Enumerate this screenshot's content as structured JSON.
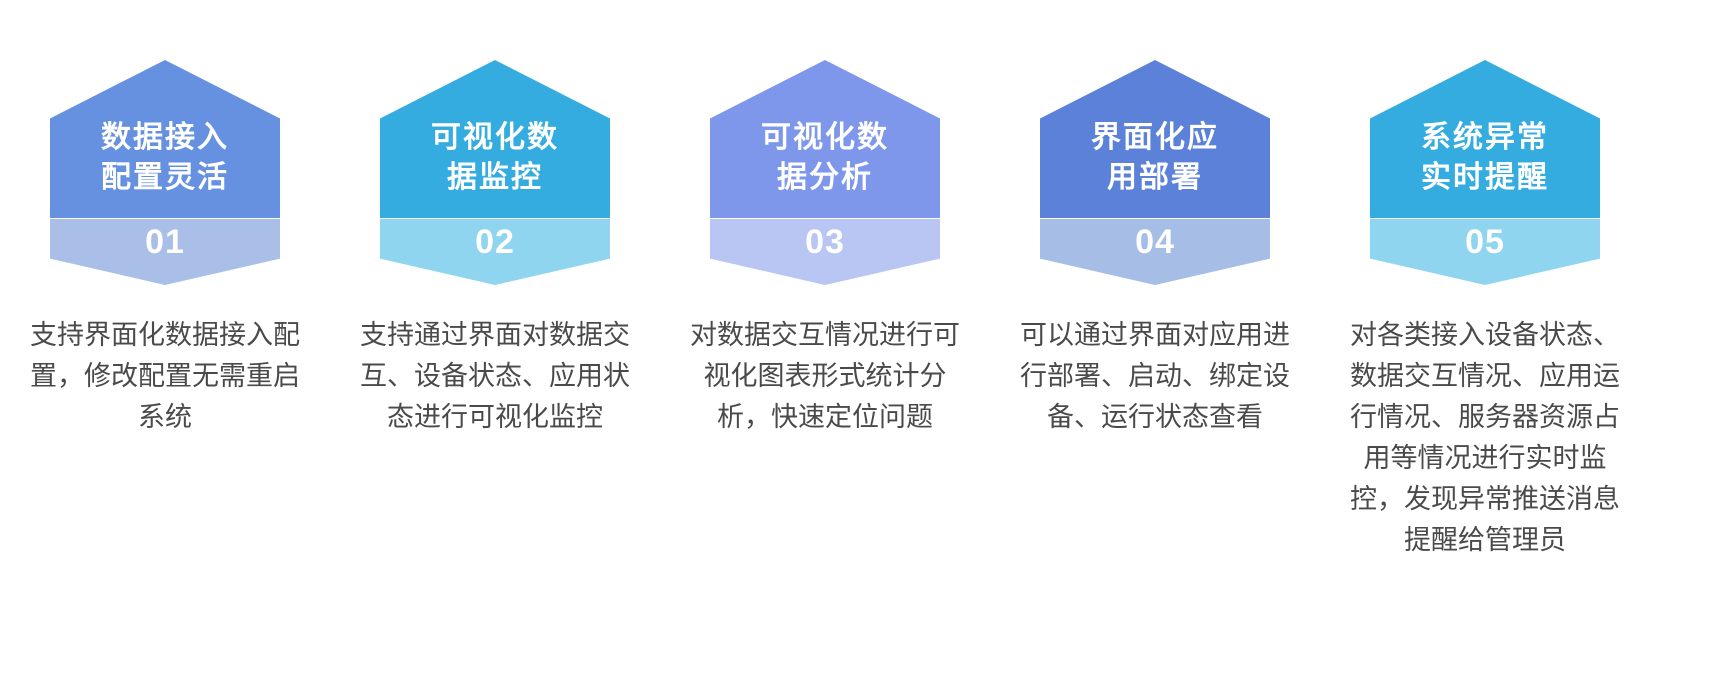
{
  "page": {
    "background": "#ffffff",
    "text_color": "#4a4a4a"
  },
  "cards": [
    {
      "number": "01",
      "title": "数据接入\n配置灵活",
      "description": "支持界面化数据接入配置，修改配置无需重启系统",
      "color_top": "#6690e0",
      "color_bottom": "#a9bfe8"
    },
    {
      "number": "02",
      "title": "可视化数\n据监控",
      "description": "支持通过界面对数据交互、设备状态、应用状态进行可视化监控",
      "color_top": "#34ace0",
      "color_bottom": "#8fd5ef"
    },
    {
      "number": "03",
      "title": "可视化数\n据分析",
      "description": "对数据交互情况进行可视化图表形式统计分析，快速定位问题",
      "color_top": "#7e97ea",
      "color_bottom": "#b9c5f2"
    },
    {
      "number": "04",
      "title": "界面化应\n用部署",
      "description": "可以通过界面对应用进行部署、启动、绑定设备、运行状态查看",
      "color_top": "#5b82d8",
      "color_bottom": "#a6bde6"
    },
    {
      "number": "05",
      "title": "系统异常\n实时提醒",
      "description": "对各类接入设备状态、数据交互情况、应用运行情况、服务器资源占用等情况进行实时监控，发现异常推送消息提醒给管理员",
      "color_top": "#34ace0",
      "color_bottom": "#8fd5ef"
    }
  ]
}
